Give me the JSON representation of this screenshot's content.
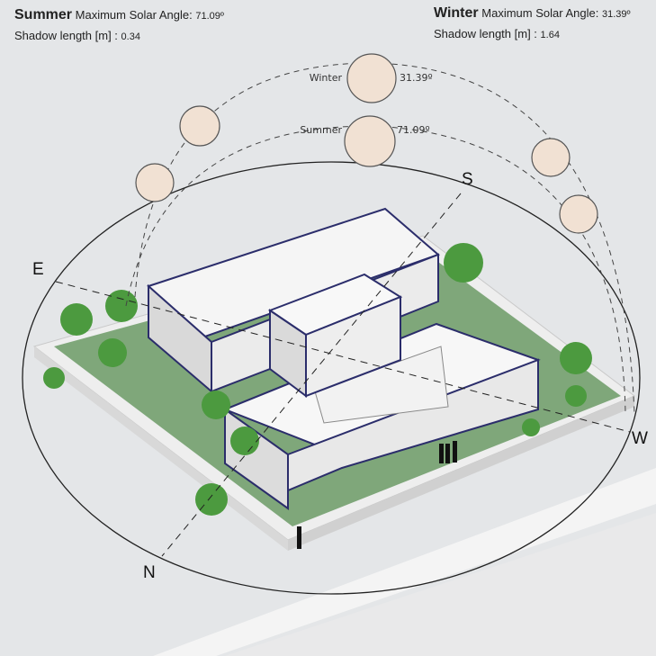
{
  "summer": {
    "season": "Summer",
    "angle_label": "Maximum Solar Angle:",
    "angle": "71.09º",
    "shadow_label": "Shadow length [m] :",
    "shadow": "0.34"
  },
  "winter": {
    "season": "Winter",
    "angle_label": "Maximum Solar Angle:",
    "angle": "31.39º",
    "shadow_label": "Shadow length [m] :",
    "shadow": "1.64"
  },
  "sun_labels": {
    "winter": "Winter",
    "winter_angle": "31.39º",
    "summer": "Summer",
    "summer_angle": "71.09º"
  },
  "compass": {
    "east": "E",
    "south": "S",
    "west": "W",
    "north": "N"
  },
  "colors": {
    "sun_fill": "#f1e1d3",
    "outline": "#2b2d6b",
    "lawn": "#7fa77a",
    "tree": "#4c9a3f",
    "background": "#e4e6e8"
  }
}
